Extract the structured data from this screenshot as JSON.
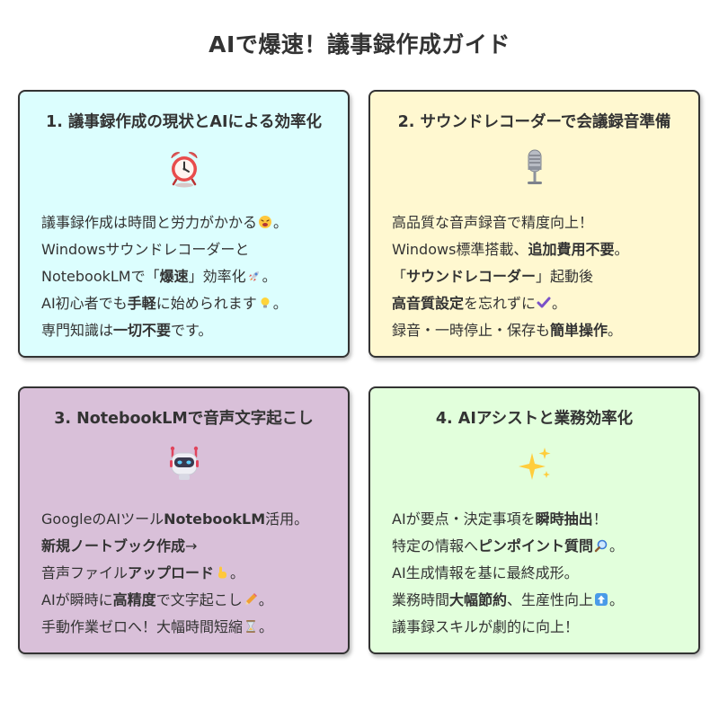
{
  "page": {
    "title": "AIで爆速！議事録作成ガイド"
  },
  "colors": {
    "card1": "#dcfefe",
    "card2": "#fff8d0",
    "card3": "#d9c0d9",
    "card4": "#e2ffdc",
    "border": "#333333"
  },
  "cards": [
    {
      "title": "1. 議事録作成の現状とAIによる効率化",
      "icon": "alarm-clock-icon",
      "lines": [
        [
          "議事録作成は時間と労力がかかる",
          "",
          "",
          "。"
        ],
        [
          "Windowsサウンドレコーダーと",
          "",
          "",
          ""
        ],
        [
          "NotebookLMで「",
          "爆速",
          "」効率化",
          "。"
        ],
        [
          "AI初心者でも",
          "手軽",
          "に始められます",
          "。"
        ],
        [
          "専門知識は",
          "一切不要",
          "です。",
          ""
        ]
      ]
    },
    {
      "title": "2. サウンドレコーダーで会議録音準備",
      "icon": "microphone-icon",
      "lines": [
        [
          "高品質な音声録音で精度向上！",
          "",
          "",
          ""
        ],
        [
          "Windows標準搭載、",
          "追加費用不要",
          "。",
          ""
        ],
        [
          "「",
          "サウンドレコーダー",
          "」起動後",
          ""
        ],
        [
          "",
          "高音質設定",
          "を忘れずに",
          "。"
        ],
        [
          "録音・一時停止・保存も",
          "簡単操作",
          "。",
          ""
        ]
      ]
    },
    {
      "title": "3. NotebookLMで音声文字起こし",
      "icon": "robot-icon",
      "lines": [
        [
          "GoogleのAIツール",
          "NotebookLM",
          "活用。",
          ""
        ],
        [
          "",
          "新規ノートブック作成",
          "→",
          ""
        ],
        [
          "音声ファイル",
          "アップロード",
          "",
          "。"
        ],
        [
          "AIが瞬時に",
          "高精度",
          "で文字起こし",
          "。"
        ],
        [
          "手動作業ゼロへ！大幅時間短縮",
          "",
          "",
          "。"
        ]
      ]
    },
    {
      "title": "4. AIアシストと業務効率化",
      "icon": "sparkles-icon",
      "lines": [
        [
          "AIが要点・決定事項を",
          "瞬時抽出",
          "！",
          ""
        ],
        [
          "特定の情報へ",
          "ピンポイント質問",
          "",
          "。"
        ],
        [
          "AI生成情報を基に最終成形。",
          "",
          "",
          ""
        ],
        [
          "業務時間",
          "大幅節約",
          "、生産性向上",
          "。"
        ],
        [
          "議事録スキルが劇的に向上！",
          "",
          "",
          ""
        ]
      ]
    }
  ],
  "emoji": [
    [
      "",
      "",
      "",
      "",
      ""
    ],
    [
      "",
      "",
      "",
      "check-icon",
      ""
    ],
    [
      "",
      "",
      "pointing-hand-icon",
      "pencil-icon",
      "hourglass-icon"
    ],
    [
      "",
      "magnifier-icon",
      "",
      "up-arrow-icon",
      ""
    ]
  ],
  "emoji1": [
    "weary-face-icon",
    "",
    "rocket-icon",
    "light-bulb-icon",
    ""
  ]
}
